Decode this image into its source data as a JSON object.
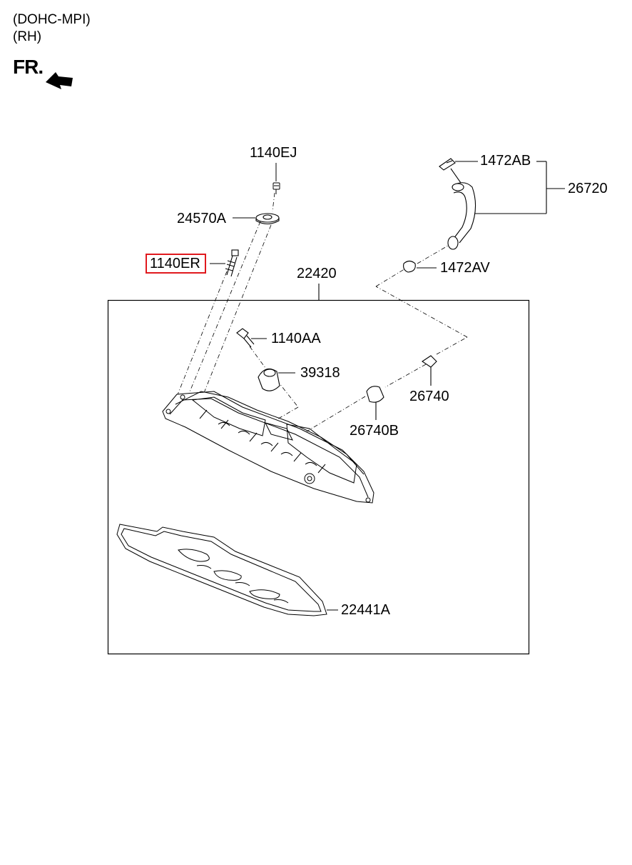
{
  "header": {
    "engine": "(DOHC-MPI)",
    "side": "(RH)",
    "front_indicator": "FR."
  },
  "parts": {
    "p1140EJ": "1140EJ",
    "p24570A": "24570A",
    "p1140ER": "1140ER",
    "p22420": "22420",
    "p1472AB": "1472AB",
    "p26720": "26720",
    "p1472AV": "1472AV",
    "p1140AA": "1140AA",
    "p39318": "39318",
    "p26740": "26740",
    "p26740B": "26740B",
    "p22441A": "22441A"
  },
  "highlighted_part": "1140ER",
  "colors": {
    "highlight": "#e0191e",
    "line": "#000000"
  }
}
